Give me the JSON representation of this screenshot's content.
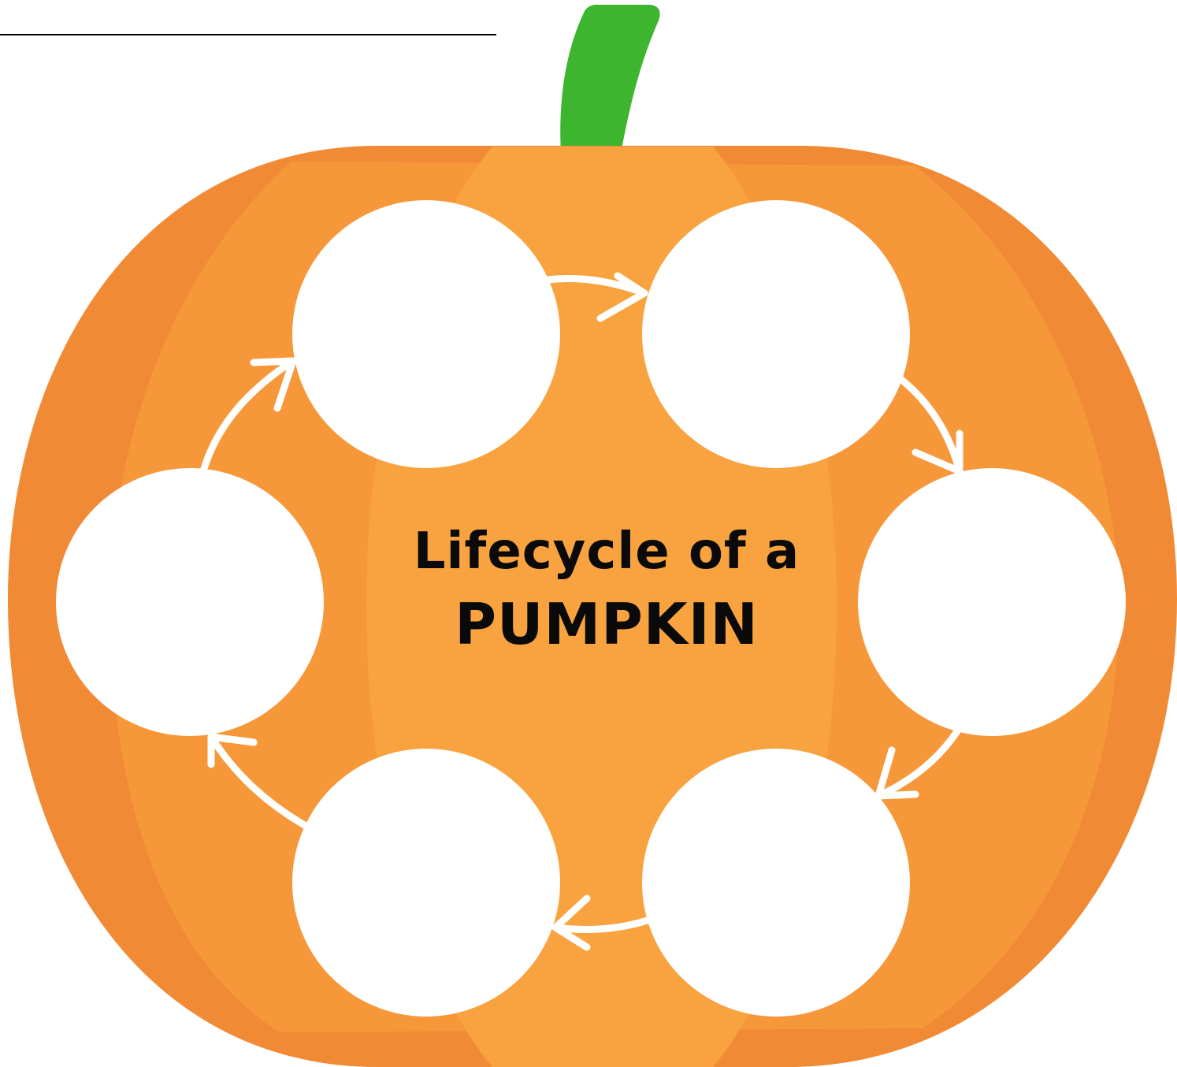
{
  "colors": {
    "pumpkin_outer": "#F18A35",
    "pumpkin_mid": "#F6983A",
    "pumpkin_inner": "#F8A33F",
    "stem": "#3DB52E",
    "circle_fill": "#FFFFFF",
    "arrow": "#FFFFFF",
    "text": "#0A0A0A",
    "name_line": "#000000"
  },
  "title": {
    "line1": "Lifecycle of a",
    "line2": "PUMPKIN"
  },
  "stages": [
    {
      "id": "top-left",
      "label": ""
    },
    {
      "id": "top-right",
      "label": ""
    },
    {
      "id": "right",
      "label": ""
    },
    {
      "id": "bottom-right",
      "label": ""
    },
    {
      "id": "bottom-left",
      "label": ""
    },
    {
      "id": "left",
      "label": ""
    }
  ],
  "cycle_direction": "clockwise"
}
